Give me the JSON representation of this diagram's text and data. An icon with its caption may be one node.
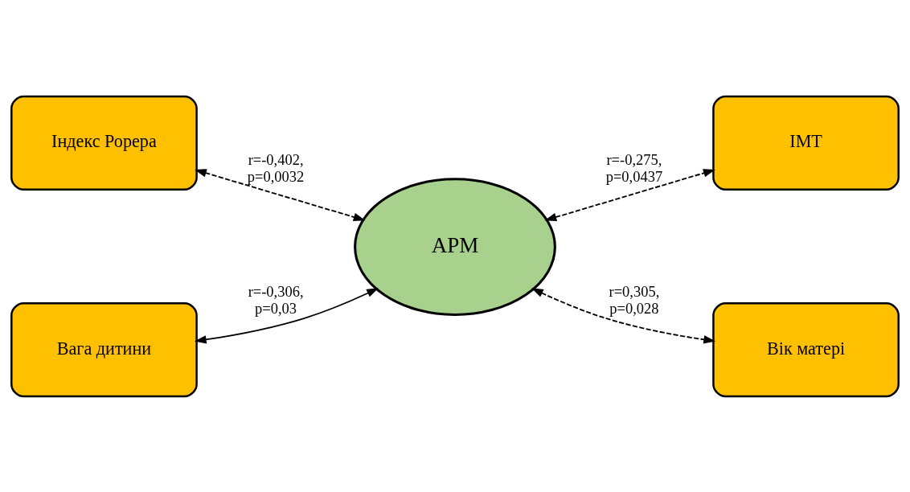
{
  "diagram": {
    "nodes": [
      {
        "text": [
          "Індекс Рорера"
        ]
      },
      {
        "text": [
          "ІМТ"
        ]
      },
      {
        "text": [
          "АРМ"
        ]
      },
      {
        "text": [
          "Вага дитини"
        ]
      },
      {
        "text": [
          "Вік матері"
        ]
      }
    ],
    "edges": [
      {
        "from": 0,
        "to": 2,
        "arrow": "both",
        "style": "dashed",
        "label": "r=-0,402, p=0,0032"
      },
      {
        "from": 2,
        "to": 1,
        "arrow": "both",
        "style": "dashed",
        "label": "r=-0,275, p=0,0437"
      },
      {
        "from": 3,
        "to": 2,
        "arrow": "both",
        "label": "r=-0,306, p=0,03"
      },
      {
        "from": 2,
        "to": 4,
        "arrow": "both",
        "style": "dashed",
        "label": "r=0,305, p=0,028"
      }
    ]
  }
}
